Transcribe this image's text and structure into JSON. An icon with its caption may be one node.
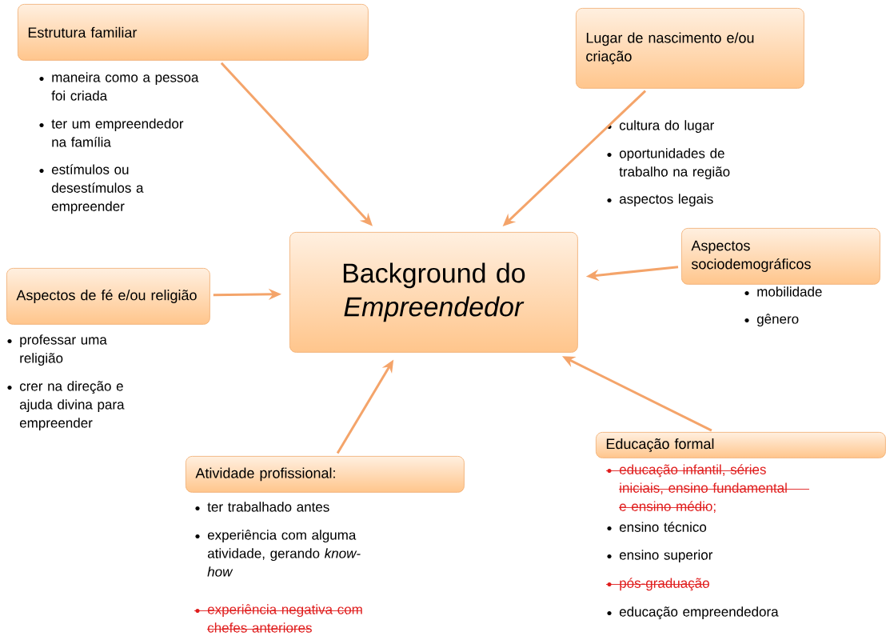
{
  "diagram": {
    "nodes": [
      {
        "text": [
          "Estrutura familiar"
        ],
        "beside": [
          "maneira como a pessoa foi criada",
          "ter um empreendedor na família",
          "estímulos ou desestímulos a empreender"
        ]
      },
      {
        "text": [
          "Lugar de nascimento e/ou criação"
        ],
        "beside": [
          "cultura do lugar",
          "oportunidades de trabalho na região",
          "aspectos legais"
        ]
      },
      {
        "text": [
          "Background do *Empreendedor*"
        ]
      },
      {
        "text": [
          "Aspectos de fé e/ou religião"
        ],
        "beside": [
          "professar uma religião",
          "crer na direção e ajuda divina para empreender"
        ]
      },
      {
        "text": [
          "Aspectos sociodemográficos"
        ],
        "beside": [
          "mobilidade",
          "gênero"
        ]
      },
      {
        "text": [
          "Atividade profissional:"
        ],
        "beside": [
          "ter trabalhado antes",
          "experiência com alguma atividade, gerando *know-how*",
          "experiência negativa com chefes anteriores"
        ]
      },
      {
        "text": [
          "Educação formal"
        ],
        "beside": [
          "educação infantil, séries iniciais, ensino fundamental e ensino médio;",
          "ensino técnico",
          "ensino superior",
          "pós-graduação",
          "educação empreendedora"
        ]
      }
    ],
    "edges": [
      {
        "from": 0,
        "to": 2,
        "arrow": "to"
      },
      {
        "from": 1,
        "to": 2,
        "arrow": "to"
      },
      {
        "from": 3,
        "to": 2,
        "arrow": "to"
      },
      {
        "from": 4,
        "to": 2,
        "arrow": "to"
      },
      {
        "from": 5,
        "to": 2,
        "arrow": "to"
      },
      {
        "from": 6,
        "to": 2,
        "arrow": "to"
      }
    ]
  }
}
